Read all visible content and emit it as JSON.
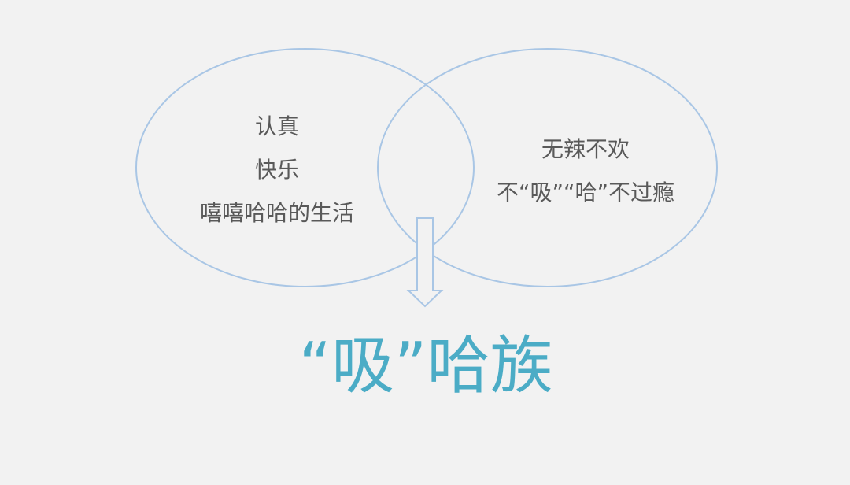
{
  "diagram": {
    "type": "venn",
    "left_circle": {
      "lines": [
        "认真",
        "快乐",
        "嘻嘻哈哈的生活"
      ]
    },
    "right_circle": {
      "lines": [
        "无辣不欢",
        "不“吸”“哈”不过瘾"
      ]
    },
    "result": {
      "label": "“吸”哈族"
    },
    "colors": {
      "background": "#f2f2f2",
      "outline": "#a9c6e5",
      "text": "#595959",
      "title": "#4bacc6"
    }
  }
}
